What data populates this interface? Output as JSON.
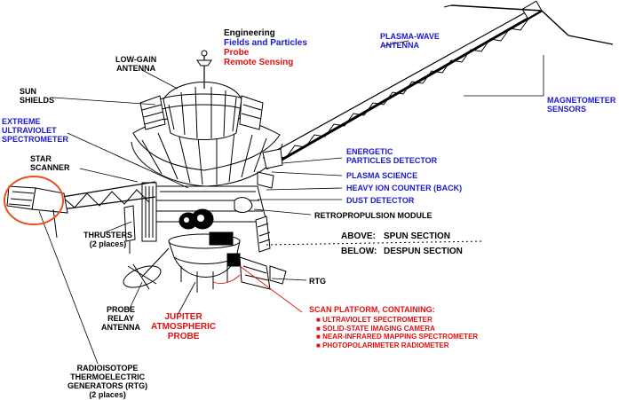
{
  "colors": {
    "engineering": "#000000",
    "fields_and_particles": "#1a1acc",
    "probe": "#e01010",
    "remote_sensing": "#e01010",
    "highlight_circle": "#e8501e"
  },
  "legend": {
    "engineering": "Engineering",
    "fields_and_particles": "Fields and Particles",
    "probe": "Probe",
    "remote_sensing": "Remote Sensing"
  },
  "labels": {
    "low_gain_antenna": "LOW-GAIN\nANTENNA",
    "sun_shields": "SUN\nSHIELDS",
    "euv_spectrometer": "EXTREME\nULTRAVIOLET\nSPECTROMETER",
    "star_scanner": "STAR\nSCANNER",
    "thrusters": "THRUSTERS\n(2 places)",
    "probe_relay_antenna": "PROBE\nRELAY\nANTENNA",
    "rtg_generators": "RADIOISOTOPE\nTHERMOELECTRIC\nGENERATORS (RTG)\n(2 places)",
    "jupiter_probe": "JUPITER\nATMOSPHERIC\nPROBE",
    "plasma_wave_antenna": "PLASMA-WAVE\nANTENNA",
    "magnetometer_sensors": "MAGNETOMETER\nSENSORS",
    "energetic_particles_detector": "ENERGETIC\nPARTICLES DETECTOR",
    "plasma_science": "PLASMA SCIENCE",
    "heavy_ion_counter": "HEAVY ION COUNTER (BACK)",
    "dust_detector": "DUST DETECTOR",
    "retropropulsion_module": "RETROPROPULSION MODULE",
    "rtg": "RTG"
  },
  "sections": {
    "above_label": "ABOVE:",
    "above_value": "SPUN SECTION",
    "below_label": "BELOW:",
    "below_value": "DESPUN SECTION"
  },
  "scan_platform": {
    "title": "SCAN PLATFORM, CONTAINING:",
    "items": [
      "ULTRAVIOLET SPECTROMETER",
      "SOLID-STATE IMAGING CAMERA",
      "NEAR-INFRARED MAPPING SPECTROMETER",
      "PHOTOPOLARIMETER RADIOMETER"
    ]
  }
}
